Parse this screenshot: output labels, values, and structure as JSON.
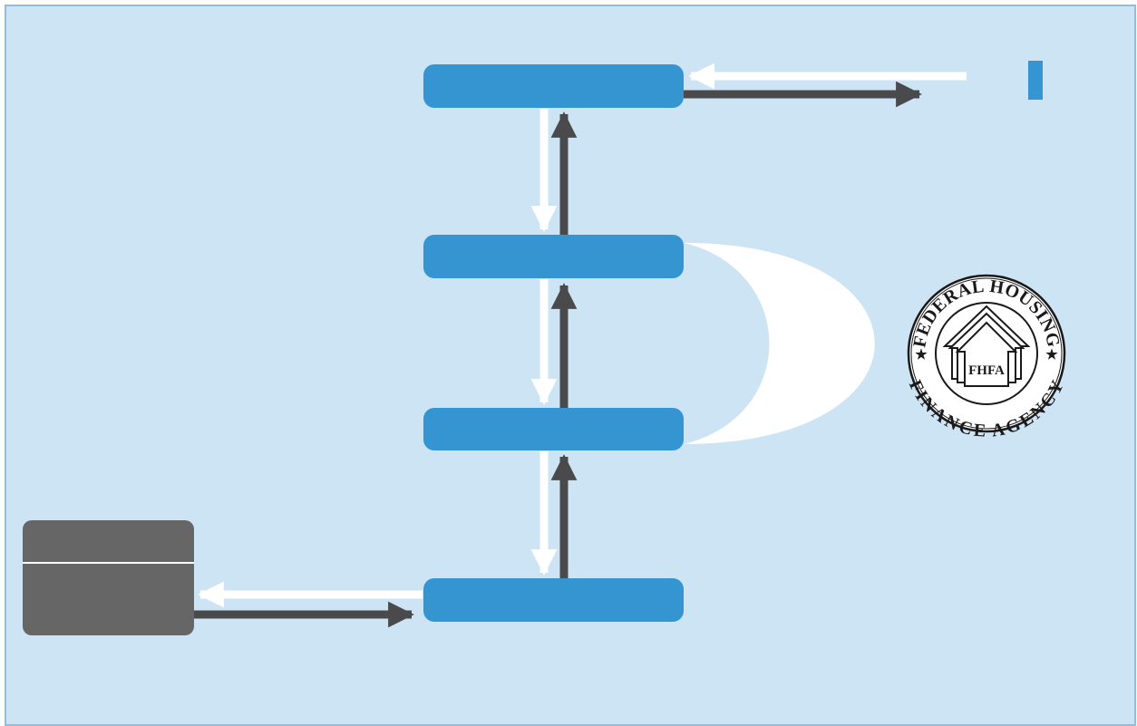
{
  "diagram": {
    "nodes": [
      {
        "id": "node-1",
        "label": ""
      },
      {
        "id": "node-2",
        "label": ""
      },
      {
        "id": "node-3",
        "label": ""
      },
      {
        "id": "node-4",
        "label": ""
      },
      {
        "id": "external-box",
        "label_top": "",
        "label_bottom": ""
      }
    ],
    "colors": {
      "background": "#cde4f4",
      "border": "#8fbfe0",
      "node": "#3595d0",
      "external_box": "#666666",
      "arrow_dark": "#4a4a4d",
      "arrow_light": "#ffffff",
      "marker": "#3595d0"
    }
  },
  "seal": {
    "top_text": "FEDERAL HOUSING",
    "bottom_text": "FINANCE AGENCY",
    "center_text": "FHFA",
    "star_glyph": "★"
  }
}
